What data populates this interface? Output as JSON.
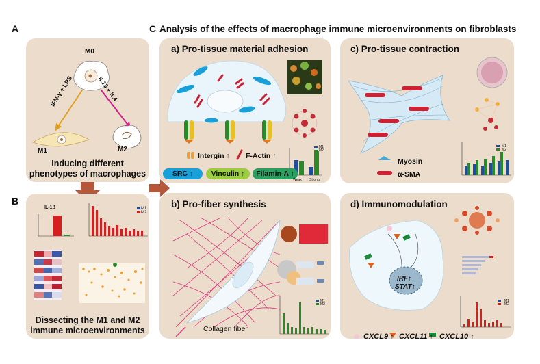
{
  "panel_labels": {
    "a_big": "A",
    "b_big": "B",
    "c_big": "C"
  },
  "main_title": "Analysis of the effects of macrophage immune microenvironments on fibroblasts",
  "panel_A": {
    "m0": "M0",
    "m1": "M1",
    "m2": "M2",
    "arrow_m1": "IFN-γ + LPS",
    "arrow_m2": "IL13 + IL4",
    "caption_line1": "Inducing different",
    "caption_line2": "phenotypes of macrophages"
  },
  "panel_B": {
    "caption_line1": "Dissecting the M1 and M2",
    "caption_line2": "immune microenvironments",
    "il1b_title": "IL-1β",
    "legend": [
      "M1",
      "M2"
    ]
  },
  "panel_a": {
    "title": "a) Pro-tissue material adhesion",
    "intergin": "Intergin ↑",
    "factin": "F-Actin ↑",
    "src": "SRC ↑",
    "vinculin": "Vinculin ↑",
    "filamin": "Filamin-A ↑",
    "chart_xlabels": [
      "Weak",
      "Strong"
    ],
    "chart_legend": [
      "M1",
      "M2"
    ]
  },
  "panel_b": {
    "title": "b) Pro-fiber synthesis",
    "legend_label": "Collagen fiber",
    "chart_legend": [
      "M1",
      "M2"
    ]
  },
  "panel_c": {
    "title": "c) Pro-tissue contraction",
    "myosin": "Myosin",
    "asma": "α-SMA",
    "chart_legend": [
      "M1",
      "M2"
    ]
  },
  "panel_d": {
    "title": "d) Immunomodulation",
    "irf": "IRF↑",
    "stat": "STAT↑",
    "cxcl9": "CXCL9 ↑",
    "cxcl11": "CXCL11 ↑",
    "cxcl10": "CXCL10 ↑",
    "chart_legend": [
      "M1",
      "M2"
    ]
  },
  "colors": {
    "panel_bg": "#ecdccb",
    "arrow_brown": "#b5573a",
    "m1_blue": "#1f4e9c",
    "m2_red": "#d62020",
    "m2_green": "#2a8a2a",
    "collagen_pink": "#d83b7c",
    "actin_red": "#cc2233"
  }
}
